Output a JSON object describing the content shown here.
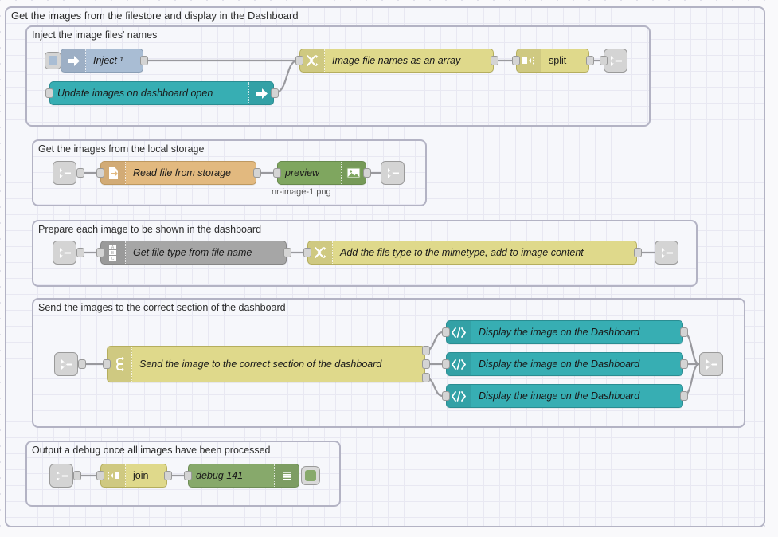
{
  "editor": {
    "name": "node-red-flow-canvas",
    "outer_group_label": "Get the images from the filestore and display in the Dashboard"
  },
  "groups": [
    {
      "id": "g1",
      "label": "Inject the image files' names"
    },
    {
      "id": "g2",
      "label": "Get the images from the local storage"
    },
    {
      "id": "g3",
      "label": "Prepare each image to be shown in the dashboard"
    },
    {
      "id": "g4",
      "label": "Send the images to the correct section of the dashboard"
    },
    {
      "id": "g5",
      "label": "Output a debug once all images have been processed"
    }
  ],
  "nodes": {
    "inject": {
      "label": "Inject ¹",
      "icon": "inject-arrow-icon",
      "color": "#a9bdd4"
    },
    "dashboard_open": {
      "label": "Update images on dashboard open",
      "icon": "arrow-right-icon",
      "color": "#37aeb3"
    },
    "image_array": {
      "label": "Image file names as an array",
      "icon": "function-icon",
      "color": "#dfd98b"
    },
    "split": {
      "label": "split",
      "icon": "split-icon",
      "color": "#dfd98b"
    },
    "link_out_1": {
      "label": "",
      "icon": "link-out-icon"
    },
    "link_in_2": {
      "label": "",
      "icon": "link-in-icon"
    },
    "read_file": {
      "label": "Read file from storage",
      "icon": "file-icon",
      "color": "#e2b97f"
    },
    "preview": {
      "label": "preview",
      "icon": "image-icon",
      "color": "#7fa65f",
      "sublabel": "nr-image-1.png"
    },
    "link_out_2": {
      "label": "",
      "icon": "link-out-icon"
    },
    "link_in_3": {
      "label": "",
      "icon": "link-in-icon"
    },
    "get_file_type": {
      "label": "Get file type from file name",
      "icon": "change-abc-icon",
      "color": "#a6a6a6"
    },
    "add_mimetype": {
      "label": "Add the file type to the mimetype, add to image content",
      "icon": "function-icon",
      "color": "#dfd98b"
    },
    "link_out_3": {
      "label": "",
      "icon": "link-out-icon"
    },
    "link_in_4": {
      "label": "",
      "icon": "link-in-icon"
    },
    "switch_section": {
      "label": "Send the image to the correct section of the dashboard",
      "icon": "switch-icon",
      "color": "#dfd98b"
    },
    "template_1": {
      "label": "Display the image on the Dashboard",
      "icon": "code-icon",
      "color": "#37aeb3"
    },
    "template_2": {
      "label": "Display the image on the Dashboard",
      "icon": "code-icon",
      "color": "#37aeb3"
    },
    "template_3": {
      "label": "Display the image on the Dashboard",
      "icon": "code-icon",
      "color": "#37aeb3"
    },
    "link_out_4": {
      "label": "",
      "icon": "link-out-icon"
    },
    "link_in_5": {
      "label": "",
      "icon": "link-in-icon"
    },
    "join": {
      "label": "join",
      "icon": "join-icon",
      "color": "#dfd98b"
    },
    "debug": {
      "label": "debug 141",
      "icon": "debug-lines-icon",
      "color": "#87a96b"
    }
  }
}
